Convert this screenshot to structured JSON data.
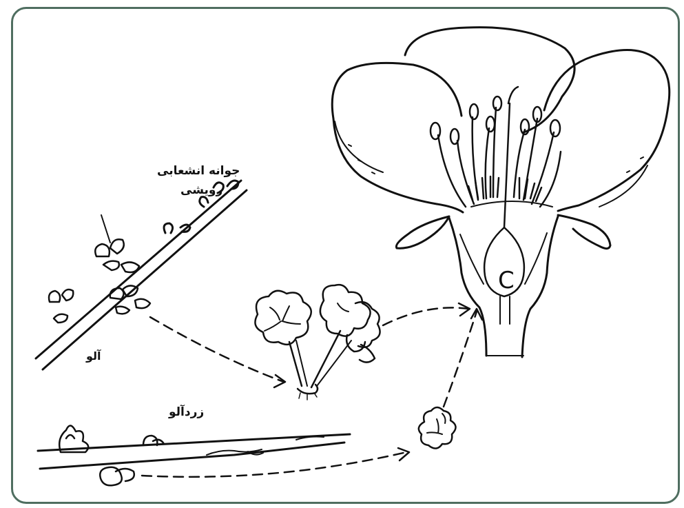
{
  "labels": {
    "bud_label_line1": "جوانه انشعابی",
    "bud_label_line2": "رویشی",
    "apricot_label": "آلو",
    "plum_label": "زردآلو"
  },
  "ovary_letter": "C",
  "colors": {
    "frame_border": "#4f6e60",
    "ink": "#111111",
    "background": "#ffffff"
  }
}
